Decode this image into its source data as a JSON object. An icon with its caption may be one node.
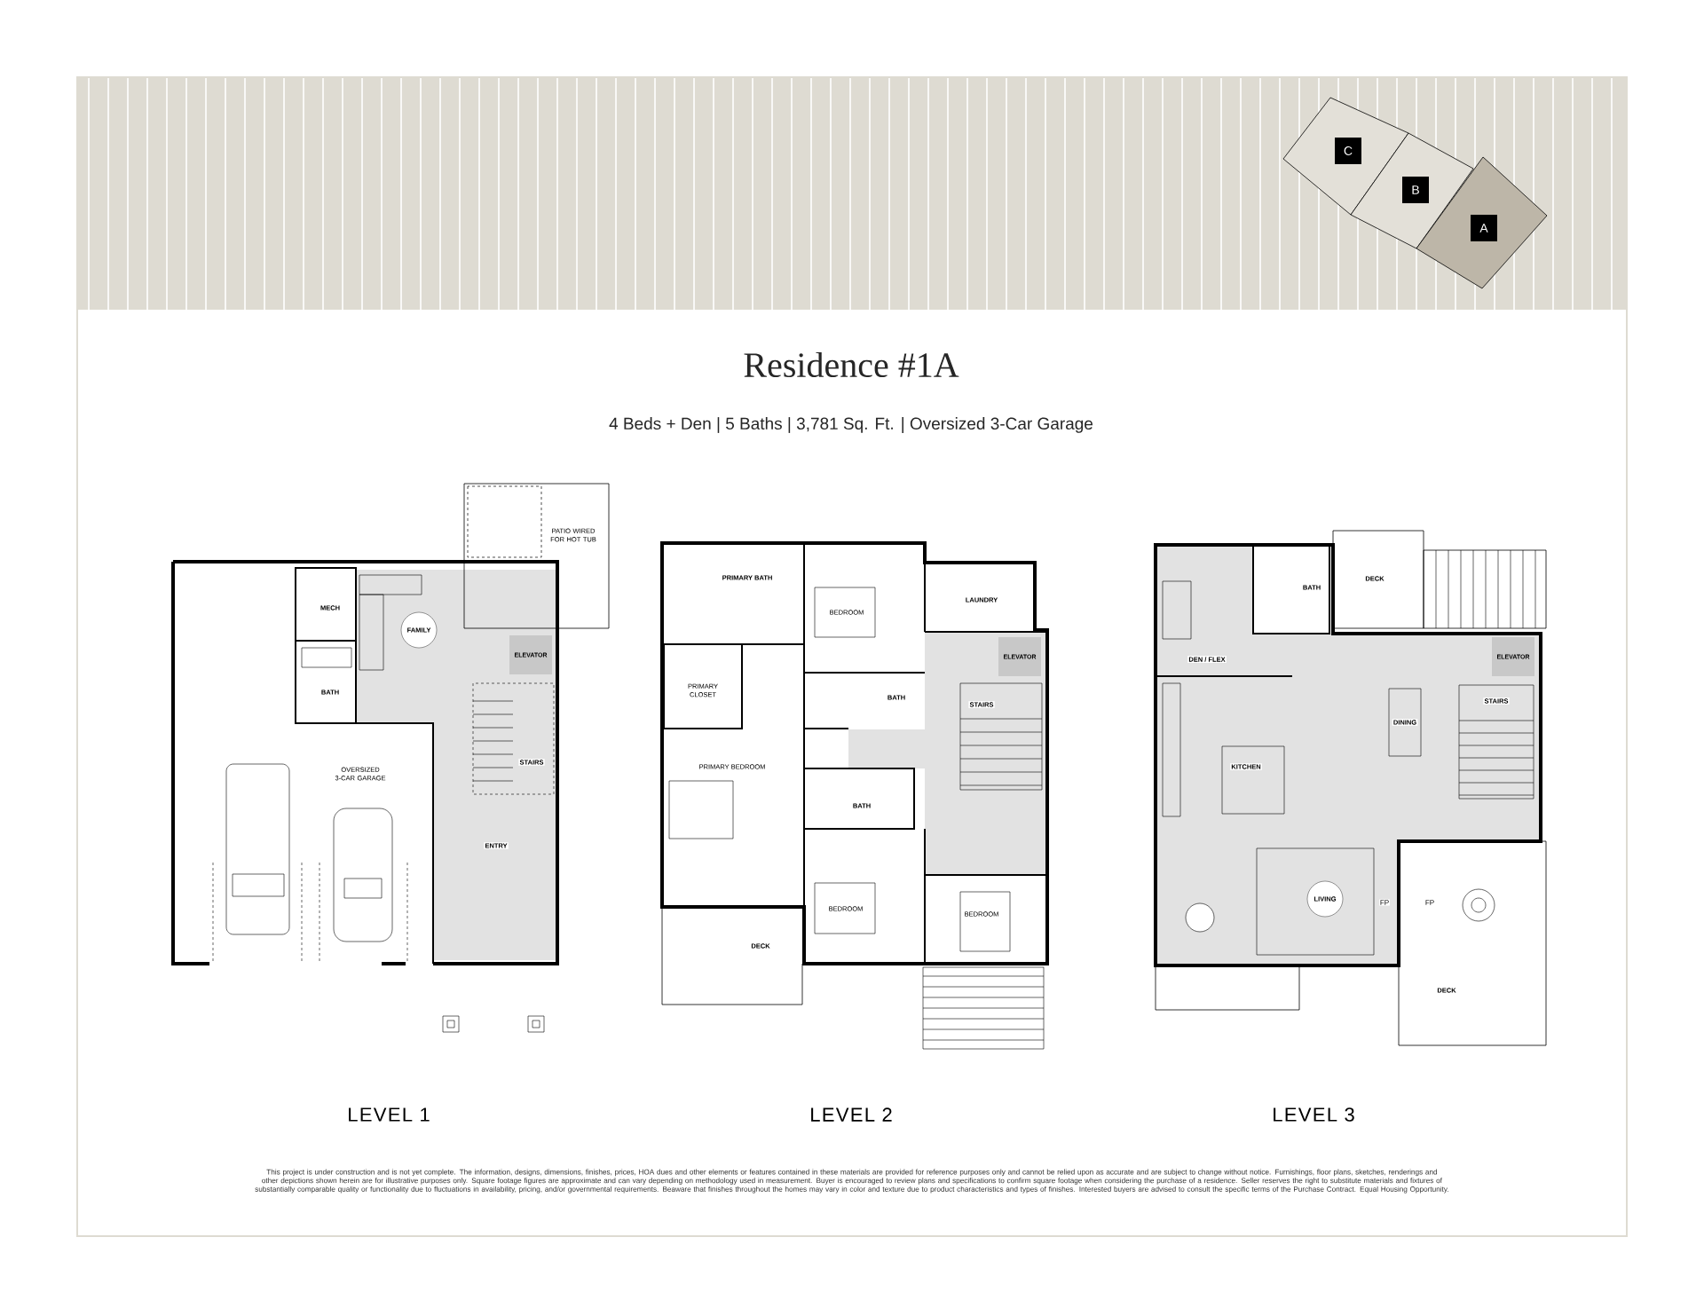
{
  "diagram": {
    "title": "Residence #1A",
    "nodes": [
      {
        "text": [
          "C"
        ]
      },
      {
        "text": [
          "B"
        ]
      },
      {
        "text": [
          "A"
        ]
      }
    ],
    "labels": [
      "4 Beds + Den | 5 Baths | 3,781 Sq. Ft. | Oversized 3-Car Garage",
      "PATIO WIRED FOR HOT TUB",
      "MECH",
      "FAMILY",
      "ELEVATOR",
      "BATH",
      "OVERSIZED 3-CAR GARAGE",
      "STAIRS",
      "ENTRY",
      "PRIMARY BATH",
      "BEDROOM",
      "LAUNDRY",
      "ELEVATOR",
      "PRIMARY CLOSET",
      "BATH",
      "STAIRS",
      "PRIMARY BEDROOM",
      "BATH",
      "BEDROOM",
      "BEDROOM",
      "DECK",
      "BATH",
      "DECK",
      "DEN / FLEX",
      "ELEVATOR",
      "STAIRS",
      "DINING",
      "KITCHEN",
      "LIVING",
      "FP",
      "FP",
      "DECK",
      "LEVEL 1",
      "LEVEL 2",
      "LEVEL 3",
      "This project is under construction and is not yet complete. The information, designs, dimensions, finishes, prices, HOA dues and other elements or features contained in these materials are provided for reference purposes only and cannot be relied upon as accurate and are subject to change without notice. Furnishings, floor plans, sketches, renderings and other depictions shown herein are for illustrative purposes only. Square footage figures are approximate and can vary depending on methodology used in measurement. Buyer is encouraged to review plans and specifications to confirm square footage when considering the purchase of a residence. Seller reserves the right to substitute materials and fixtures of substantially comparable quality or functionality due to fluctuations in availability, pricing, and/or governmental requirements. Beaware that finishes throughout the homes may vary in color and texture due to product characteristics and types of finishes. Interested buyers are advised to consult the specific terms of the Purchase Contract. Equal Housing Opportunity."
    ]
  }
}
